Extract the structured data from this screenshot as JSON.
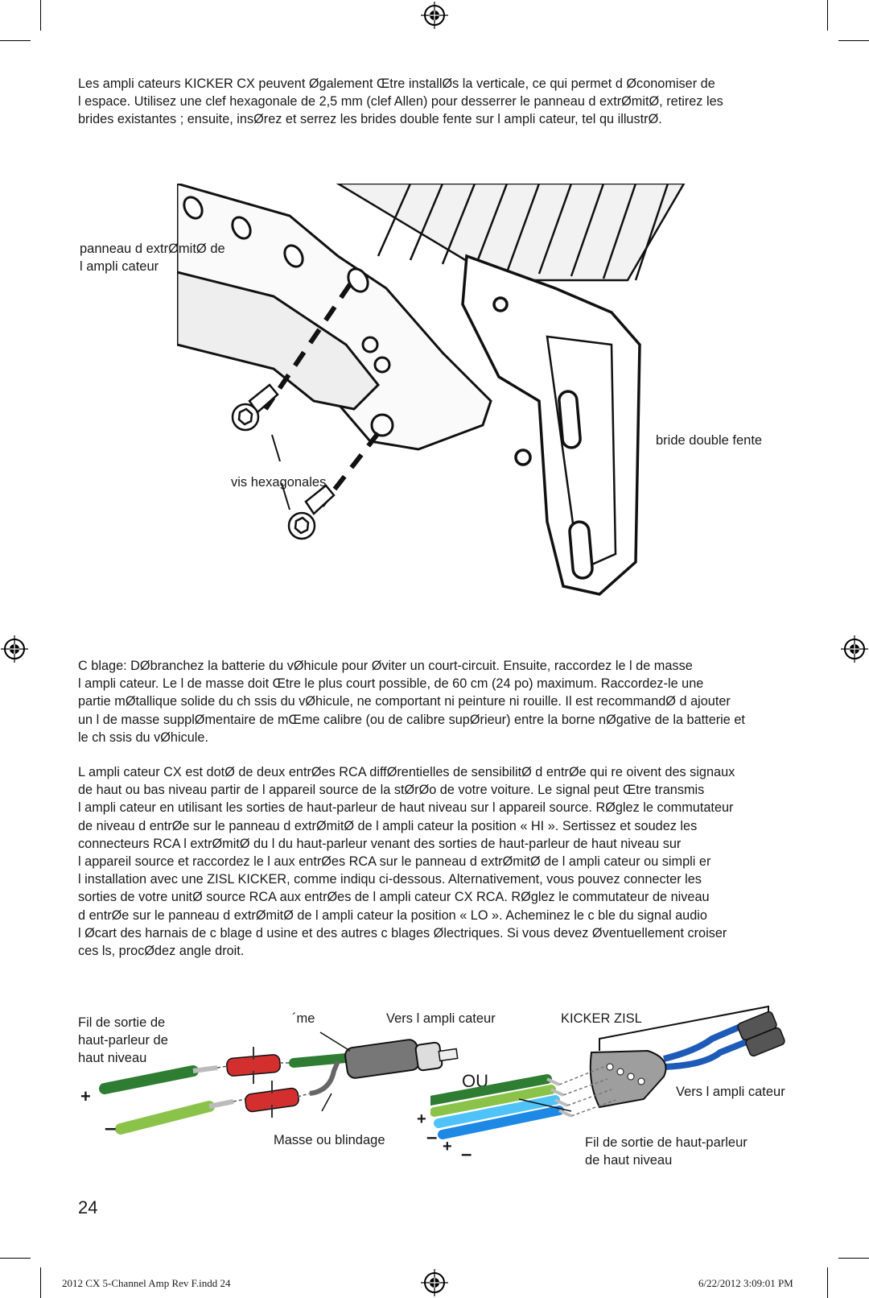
{
  "intro_paragraph": [
    "Les ampli cateurs KICKER CX peuvent Øgalement Œtre installØs   la verticale, ce qui permet d Øconomiser de",
    "l espace. Utilisez une clef hexagonale de 2,5 mm (clef Allen) pour desserrer le panneau d extrØmitØ, retirez les",
    "brides existantes ; ensuite, insØrez et serrez les brides   double fente sur l ampli cateur, tel qu illustrØ."
  ],
  "mount_diagram": {
    "end_panel_label": [
      "panneau d extrØmitØ de",
      "l ampli cateur"
    ],
    "bracket_label": "bride   double fente",
    "screws_label": "vis hexagonales"
  },
  "wiring_paragraph": [
    "C blage:   DØbranchez la batterie du vØhicule pour Øviter un court-circuit. Ensuite, raccordez le   l de masse",
    "l ampli cateur. Le   l de masse doit Œtre le plus court possible, de 60 cm (24 po) maximum. Raccordez-le   une",
    "partie mØtallique solide du ch ssis du vØhicule, ne comportant ni peinture ni rouille. Il est recommandØ d ajouter",
    "un   l de masse supplØmentaire de mŒme calibre (ou de calibre supØrieur) entre la borne nØgative de la batterie et",
    "le ch ssis du vØhicule."
  ],
  "inputs_paragraph": [
    "L ampli cateur CX est dotØ de deux entrØes RCA diffØrentielles de sensibilitØ d entrØe qui re oivent des signaux",
    "de haut ou bas niveau   partir de l appareil source de la stØrØo de votre voiture. Le signal peut Œtre transmis",
    "l ampli cateur en utilisant les sorties de haut-parleur de haut niveau sur l appareil source. RØglez le commutateur",
    "de niveau d entrØe sur le panneau d extrØmitØ de l ampli cateur   la position « HI ». Sertissez et soudez les",
    "connecteurs RCA   l extrØmitØ du   l du haut-parleur venant des sorties de haut-parleur de haut niveau sur",
    "l appareil source et raccordez le   l aux entrØes RCA sur le panneau d extrØmitØ de l ampli cateur ou simpli er",
    "l installation avec une ZISL KICKER, comme indiqu  ci-dessous. Alternativement, vous pouvez connecter les",
    "sorties de votre unitØ source RCA aux entrØes de l ampli cateur CX RCA. RØglez le commutateur de niveau",
    "d entrØe sur le panneau d extrØmitØ de l ampli cateur   la position « LO ». Acheminez le c ble du signal audio",
    "l Øcart des harnais de c blage d usine et des autres c blages Ølectriques. Si vous devez Øventuellement croiser",
    "ces  ls, procØdez   angle droit."
  ],
  "rca_diagram": {
    "speaker_output_label": [
      "Fil de sortie de",
      "haut-parleur de",
      "haut niveau"
    ],
    "female_label": "´me",
    "to_amp_label": "Vers l ampli cateur",
    "ground_label": "Masse ou blindage",
    "plus_sign": "+",
    "minus_sign": "–",
    "or_label": "OU"
  },
  "zisl_diagram": {
    "product_label": "KICKER ZISL",
    "to_amp_label": "Vers l ampli cateur",
    "speaker_wire_label": [
      "Fil de sortie de haut-parleur",
      "de haut niveau"
    ],
    "plus_sign": "+",
    "minus_sign": "–"
  },
  "page_number": "24",
  "footer": {
    "file": "2012 CX 5-Channel Amp Rev F.indd   24",
    "date": "6/22/2012   3:09:01 PM"
  }
}
